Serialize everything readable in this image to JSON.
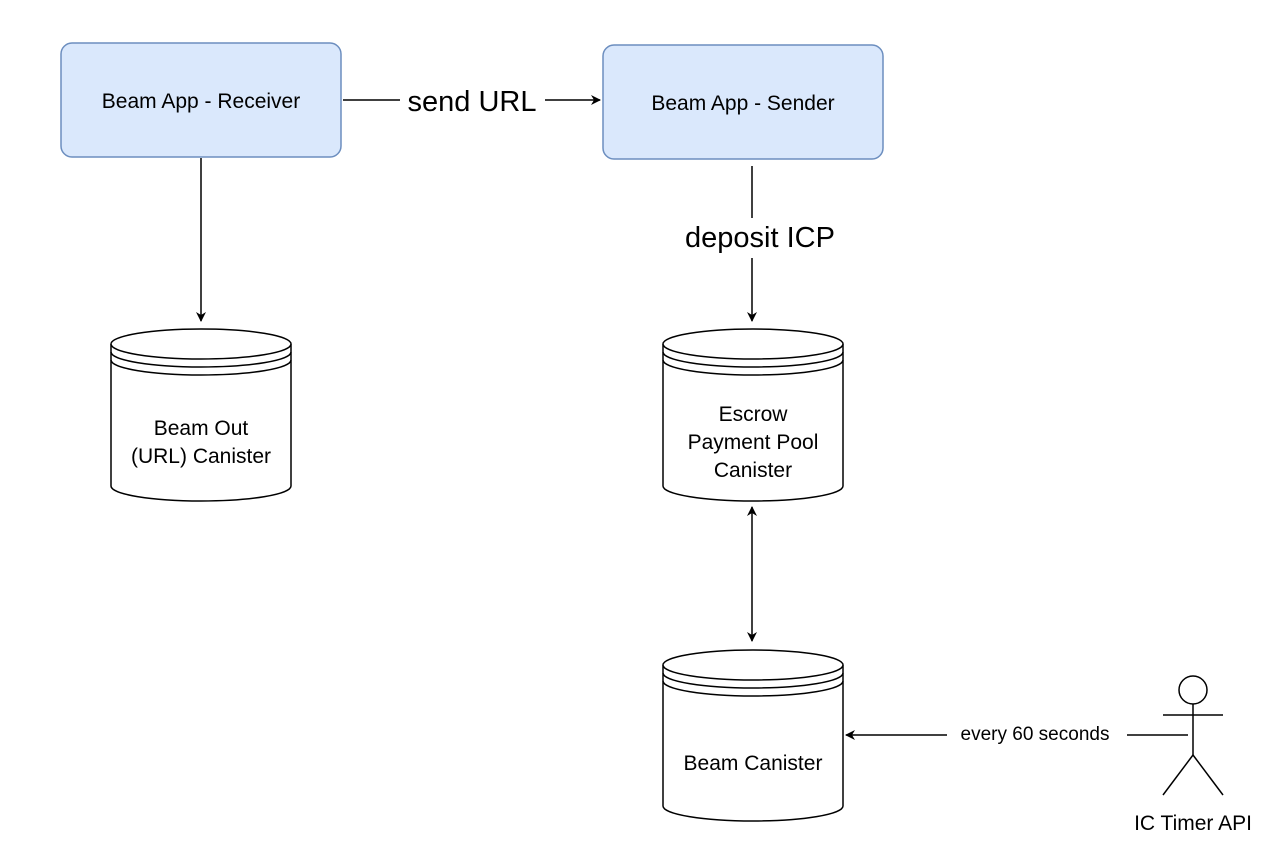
{
  "nodes": {
    "receiver": {
      "label": "Beam App - Receiver"
    },
    "sender": {
      "label": "Beam App - Sender"
    },
    "beam_out": {
      "lines": [
        "Beam Out",
        "(URL) Canister"
      ]
    },
    "escrow": {
      "lines": [
        "Escrow",
        "Payment Pool",
        "Canister"
      ]
    },
    "beam_canister": {
      "label": "Beam Canister"
    },
    "timer": {
      "label": "IC Timer API"
    }
  },
  "edges": {
    "send_url": {
      "label": "send URL"
    },
    "deposit_icp": {
      "label": "deposit ICP"
    },
    "every_60": {
      "label": "every 60 seconds"
    }
  },
  "colors": {
    "box_fill": "#dae8fc",
    "box_stroke": "#6c8ebf",
    "line": "#000000"
  }
}
